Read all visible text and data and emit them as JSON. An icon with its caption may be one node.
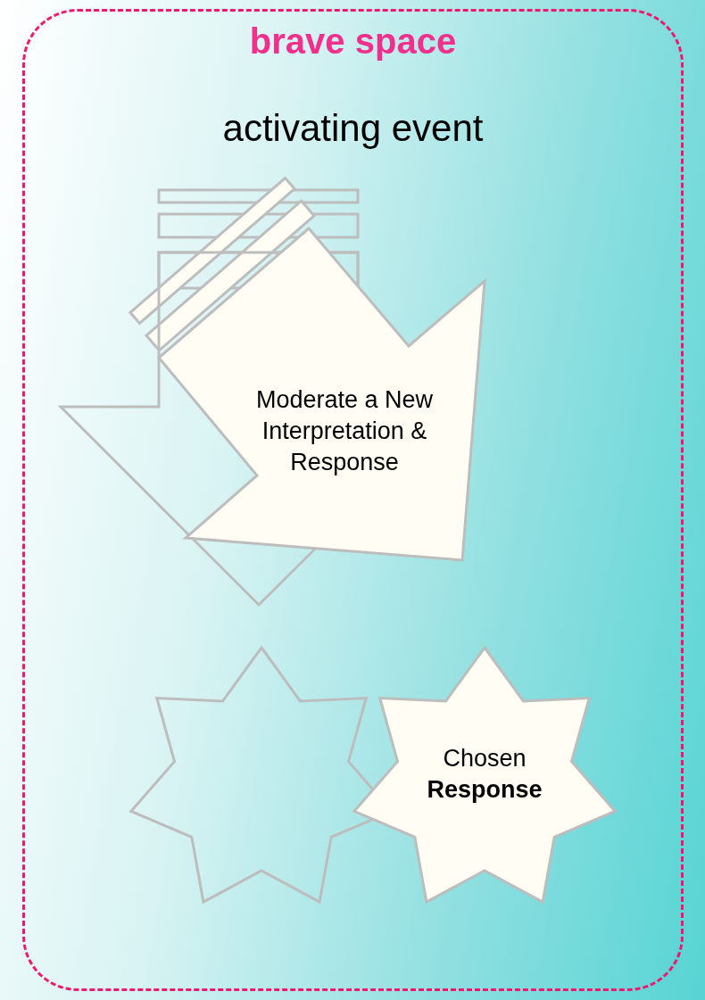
{
  "diagram": {
    "nodes": [
      {
        "text": [
          "brave space"
        ]
      },
      {
        "text": [],
        "shape": "arrow",
        "in": 0
      },
      {
        "text": [
          "Moderate a New Interpretation & Response"
        ],
        "in": 0
      },
      {
        "text": [],
        "shape": "star",
        "in": 0
      },
      {
        "text": [
          "Chosen **Response**"
        ],
        "in": 0
      }
    ],
    "labels": [
      "activating event"
    ]
  }
}
